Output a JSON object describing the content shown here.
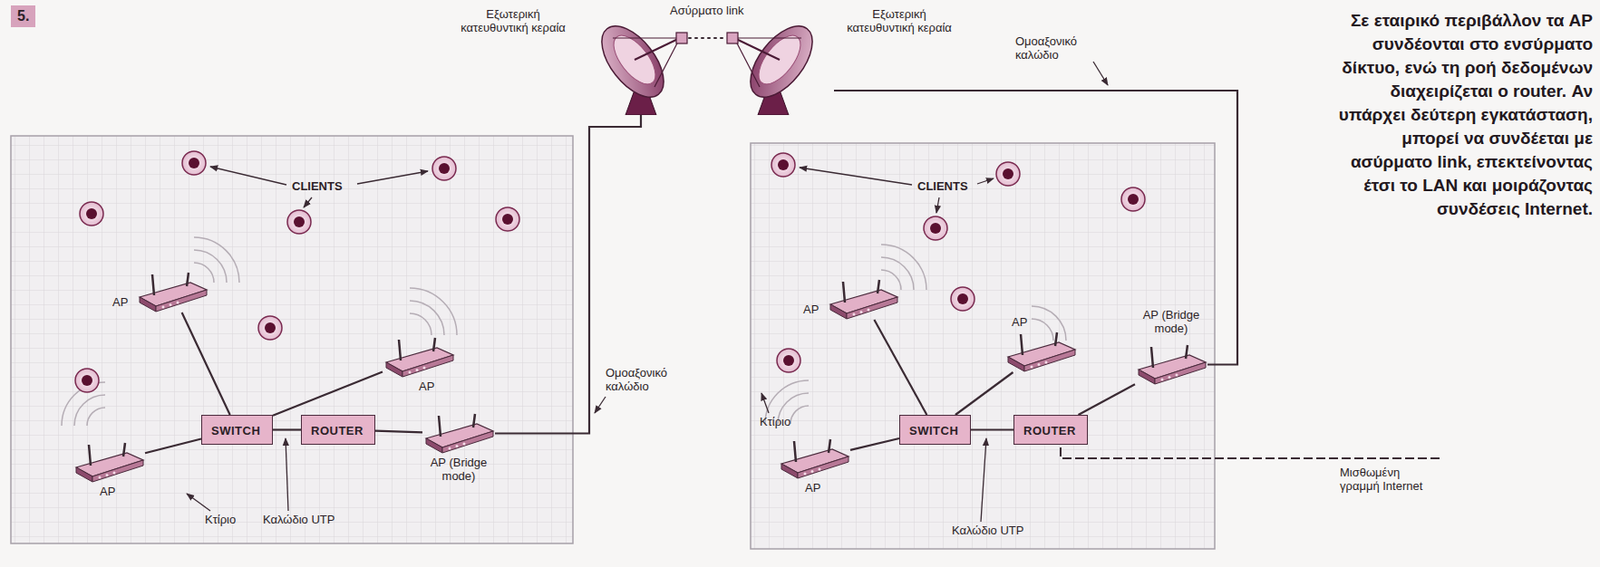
{
  "diagram": {
    "caption": "Σε εταιρικό περιβάλλον τα AP συνδέονται στο ενσύρματο δίκτυο, ενώ τη ροή δεδομένων διαχειρίζεται ο router. Αν υπάρχει δεύτερη εγκατάσταση, μπορεί να συνδέεται με ασύρματο link, επεκτείνοντας έτσι το LAN και μοιράζοντας συνδέσεις Internet.",
    "nodes": [
      {
        "text": [
          "Εξωτερική κατευθυντική κεραία"
        ]
      },
      {
        "text": [
          "Εξωτερική κατευθυντική κεραία"
        ]
      },
      {
        "text": [
          "AP"
        ]
      },
      {
        "text": [
          "AP"
        ]
      },
      {
        "text": [
          "AP"
        ]
      },
      {
        "text": [
          "SWITCH"
        ]
      },
      {
        "text": [
          "ROUTER"
        ]
      },
      {
        "text": [
          "AP (Bridge mode)"
        ]
      },
      {
        "text": [
          "AP"
        ]
      },
      {
        "text": [
          "AP"
        ]
      },
      {
        "text": [
          "AP"
        ]
      },
      {
        "text": [
          "SWITCH"
        ]
      },
      {
        "text": [
          "ROUTER"
        ]
      },
      {
        "text": [
          "AP (Bridge mode)"
        ]
      }
    ],
    "edges": [
      {
        "from": 2,
        "to": 5,
        "arrow": "none"
      },
      {
        "from": 3,
        "to": 5,
        "arrow": "none"
      },
      {
        "from": 4,
        "to": 5,
        "arrow": "none"
      },
      {
        "from": 5,
        "to": 6,
        "arrow": "none"
      },
      {
        "from": 6,
        "to": 7,
        "arrow": "none"
      },
      {
        "from": 0,
        "to": 7,
        "arrow": "none"
      },
      {
        "from": 0,
        "to": 1,
        "label": "Ασύρματο link",
        "arrow": "none"
      },
      {
        "from": 1,
        "to": 13,
        "arrow": "none"
      },
      {
        "from": 8,
        "to": 11,
        "arrow": "none"
      },
      {
        "from": 9,
        "to": 11,
        "arrow": "none"
      },
      {
        "from": 10,
        "to": 11,
        "arrow": "none"
      },
      {
        "from": 11,
        "to": 12,
        "arrow": "none"
      },
      {
        "from": 12,
        "to": 13,
        "arrow": "none"
      }
    ],
    "labels": [
      "5.",
      "CLIENTS",
      "CLIENTS",
      "Ομοαξονικό καλώδιο",
      "Ομοαξονικό καλώδιο",
      "Κτίριο",
      "Κτίριο",
      "Καλώδιο UTP",
      "Καλώδιο UTP",
      "Μισθωμένη γραμμή Internet"
    ]
  }
}
